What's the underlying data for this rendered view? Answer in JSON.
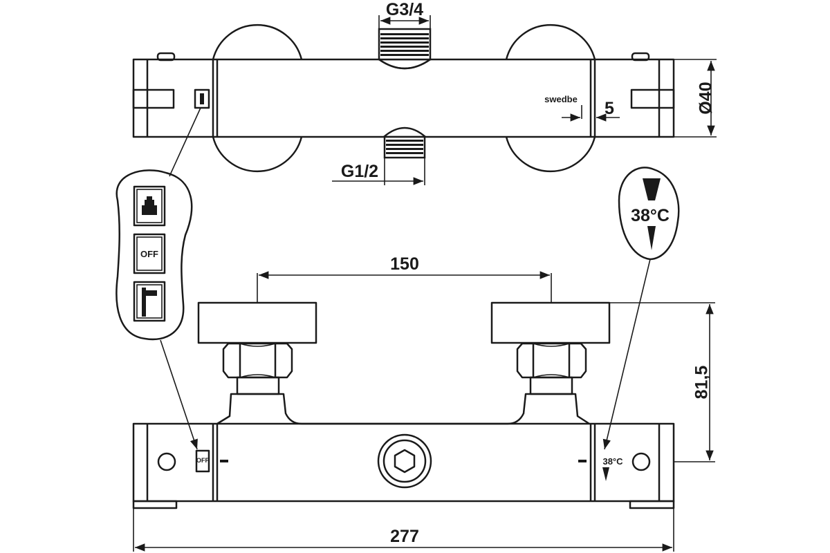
{
  "dimensions": {
    "top_outlet": "G3/4",
    "bottom_inlet": "G1/2",
    "body_diameter": "Ø40",
    "brand_offset": "5",
    "inlet_spacing": "150",
    "wall_depth": "81,5",
    "overall_length": "277"
  },
  "brand": "swedbe",
  "temperature_label": "38°C",
  "selector_label": "OFF",
  "arrow_marker": "markerEnd"
}
